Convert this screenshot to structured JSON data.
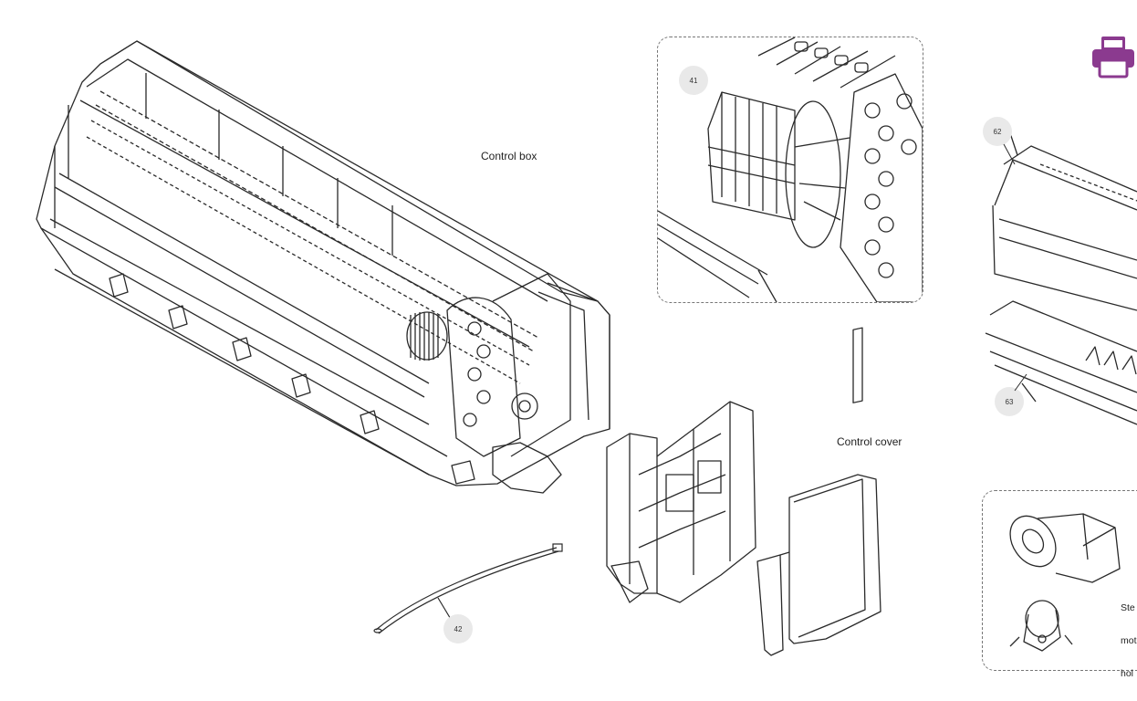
{
  "labels": {
    "control_box": "Control box",
    "control_cover": "Control cover",
    "stepper_motor_partial": [
      "Ste",
      "mot",
      "hol"
    ]
  },
  "callouts": [
    "41",
    "42",
    "62",
    "63"
  ],
  "toolbar": {
    "print_icon": "printer-icon",
    "print_color": "#8b3a8f"
  },
  "colors": {
    "line_art": "#2a2a2a",
    "callout_bg": "#e9e9e9",
    "detail_border": "#777777"
  }
}
